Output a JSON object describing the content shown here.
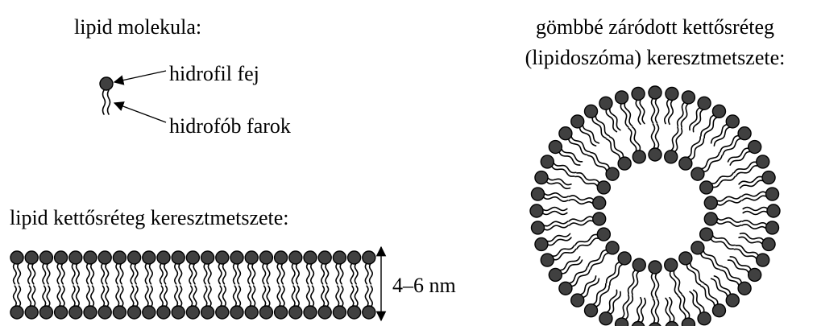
{
  "labels": {
    "molecule_title": "lipid molekula:",
    "head_label": "hidrofil fej",
    "tail_label": "hidrofób farok",
    "bilayer_title": "lipid kettősréteg keresztmetszete:",
    "thickness": "4–6 nm",
    "liposome_title_line1": "gömbbé záródott kettősréteg",
    "liposome_title_line2": "(lipidoszóma) keresztmetszete:"
  },
  "colors": {
    "head_fill": "#404040",
    "stroke": "#000000",
    "background": "#ffffff"
  }
}
